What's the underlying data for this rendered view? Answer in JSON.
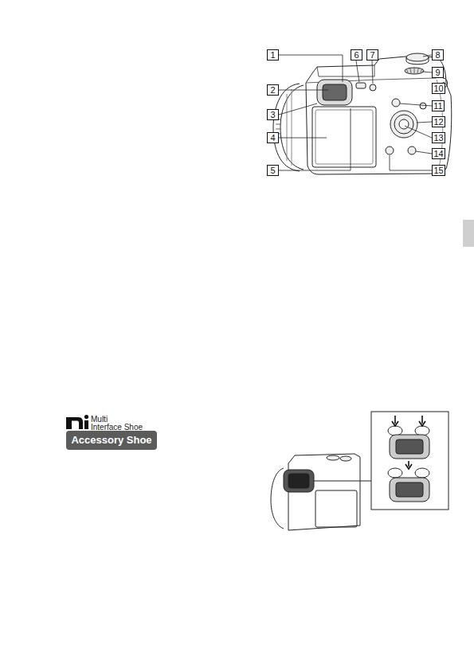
{
  "diagram": {
    "nodes": [
      {
        "text": [
          "1"
        ]
      },
      {
        "text": [
          "2"
        ]
      },
      {
        "text": [
          "3"
        ]
      },
      {
        "text": [
          "4"
        ]
      },
      {
        "text": [
          "5"
        ]
      },
      {
        "text": [
          "6"
        ]
      },
      {
        "text": [
          "7"
        ]
      },
      {
        "text": [
          "8"
        ]
      },
      {
        "text": [
          "9"
        ]
      },
      {
        "text": [
          "10"
        ]
      },
      {
        "text": [
          "11"
        ]
      },
      {
        "text": [
          "12"
        ]
      },
      {
        "text": [
          "13"
        ]
      },
      {
        "text": [
          "14"
        ]
      },
      {
        "text": [
          "15"
        ]
      },
      {
        "text": [
          "Accessory Shoe"
        ]
      }
    ],
    "labels": [
      "Multi",
      "Interface Shoe"
    ]
  }
}
